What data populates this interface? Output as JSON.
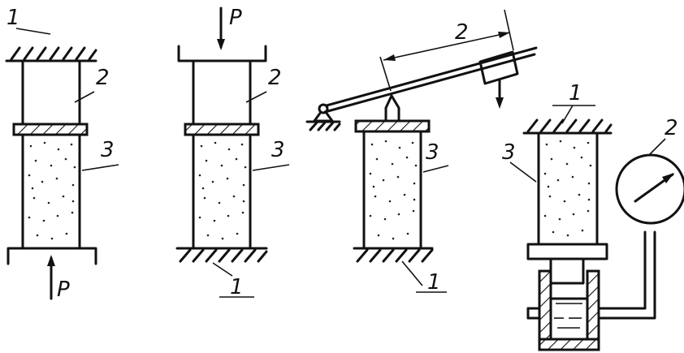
{
  "figure": {
    "labels": {
      "one": "1",
      "two": "2",
      "three": "3",
      "force": "P"
    }
  }
}
